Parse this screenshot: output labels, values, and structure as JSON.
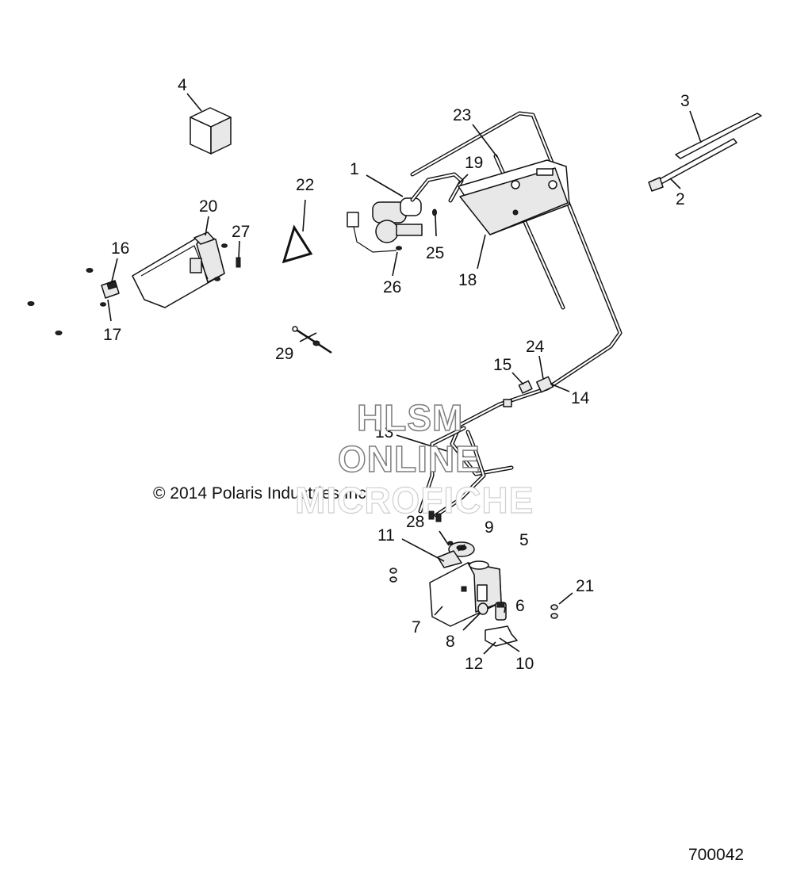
{
  "callouts": [
    "1",
    "2",
    "3",
    "4",
    "5",
    "6",
    "7",
    "8",
    "9",
    "10",
    "11",
    "12",
    "13",
    "14",
    "15",
    "16",
    "17",
    "18",
    "19",
    "20",
    "21",
    "22",
    "23",
    "24",
    "25",
    "26",
    "27",
    "28",
    "29"
  ],
  "copyright": "© 2014 Polaris Industries Inc.",
  "drawing_number": "700042",
  "watermark": {
    "line1": "HLSM",
    "line2": "ONLINE",
    "line3": "MICROFICHE"
  }
}
